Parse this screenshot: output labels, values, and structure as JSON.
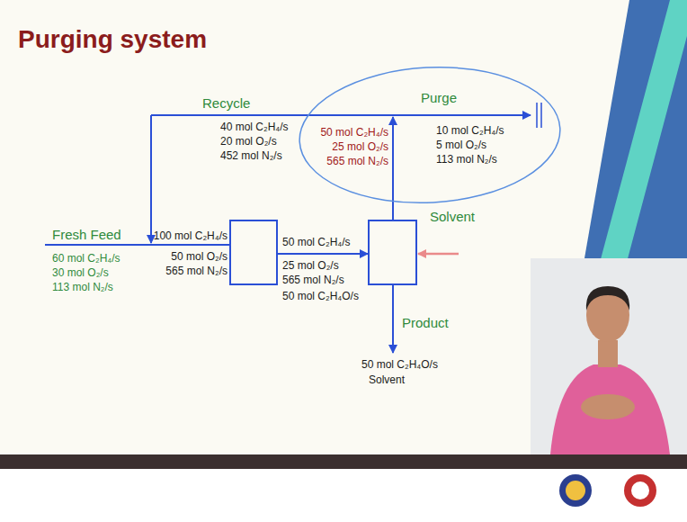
{
  "diagram": {
    "title": "Purging system",
    "labels": [
      "Recycle",
      "Purge",
      "40 mol C₂H₄/s",
      "20 mol O₂/s",
      "452 mol N₂/s",
      "50 mol C₂H₄/s",
      "25 mol O₂/s",
      "565 mol N₂/s",
      "10 mol C₂H₄/s",
      "5 mol O₂/s",
      "113 mol N₂/s",
      "Solvent",
      "Fresh Feed",
      "60 mol C₂H₄/s",
      "30 mol O₂/s",
      "113 mol N₂/s",
      "100 mol C₂H₄/s",
      "50 mol O₂/s",
      "565 mol N₂/s",
      "50 mol C₂H₄/s",
      "25 mol O₂/s",
      "565 mol N₂/s",
      "50 mol C₂H₄O/s",
      "Product",
      "50 mol C₂H₄O/s",
      "Solvent"
    ]
  }
}
